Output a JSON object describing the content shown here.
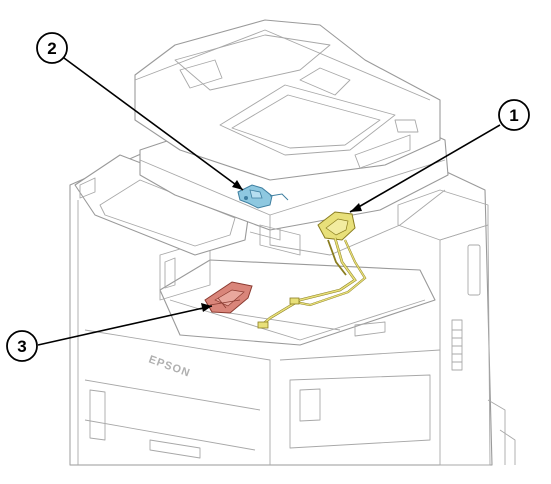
{
  "callouts": [
    {
      "number": "1",
      "part": "yellow-cable-assembly"
    },
    {
      "number": "2",
      "part": "blue-sensor-bracket"
    },
    {
      "number": "3",
      "part": "red-board-bracket"
    }
  ],
  "colors": {
    "part_1": "#e8e07a",
    "part_2": "#8ec8e0",
    "part_3": "#d9857a",
    "outline": "#9a9a9a",
    "leader": "#000000"
  },
  "branding": {
    "front_logo": "EPSON"
  }
}
